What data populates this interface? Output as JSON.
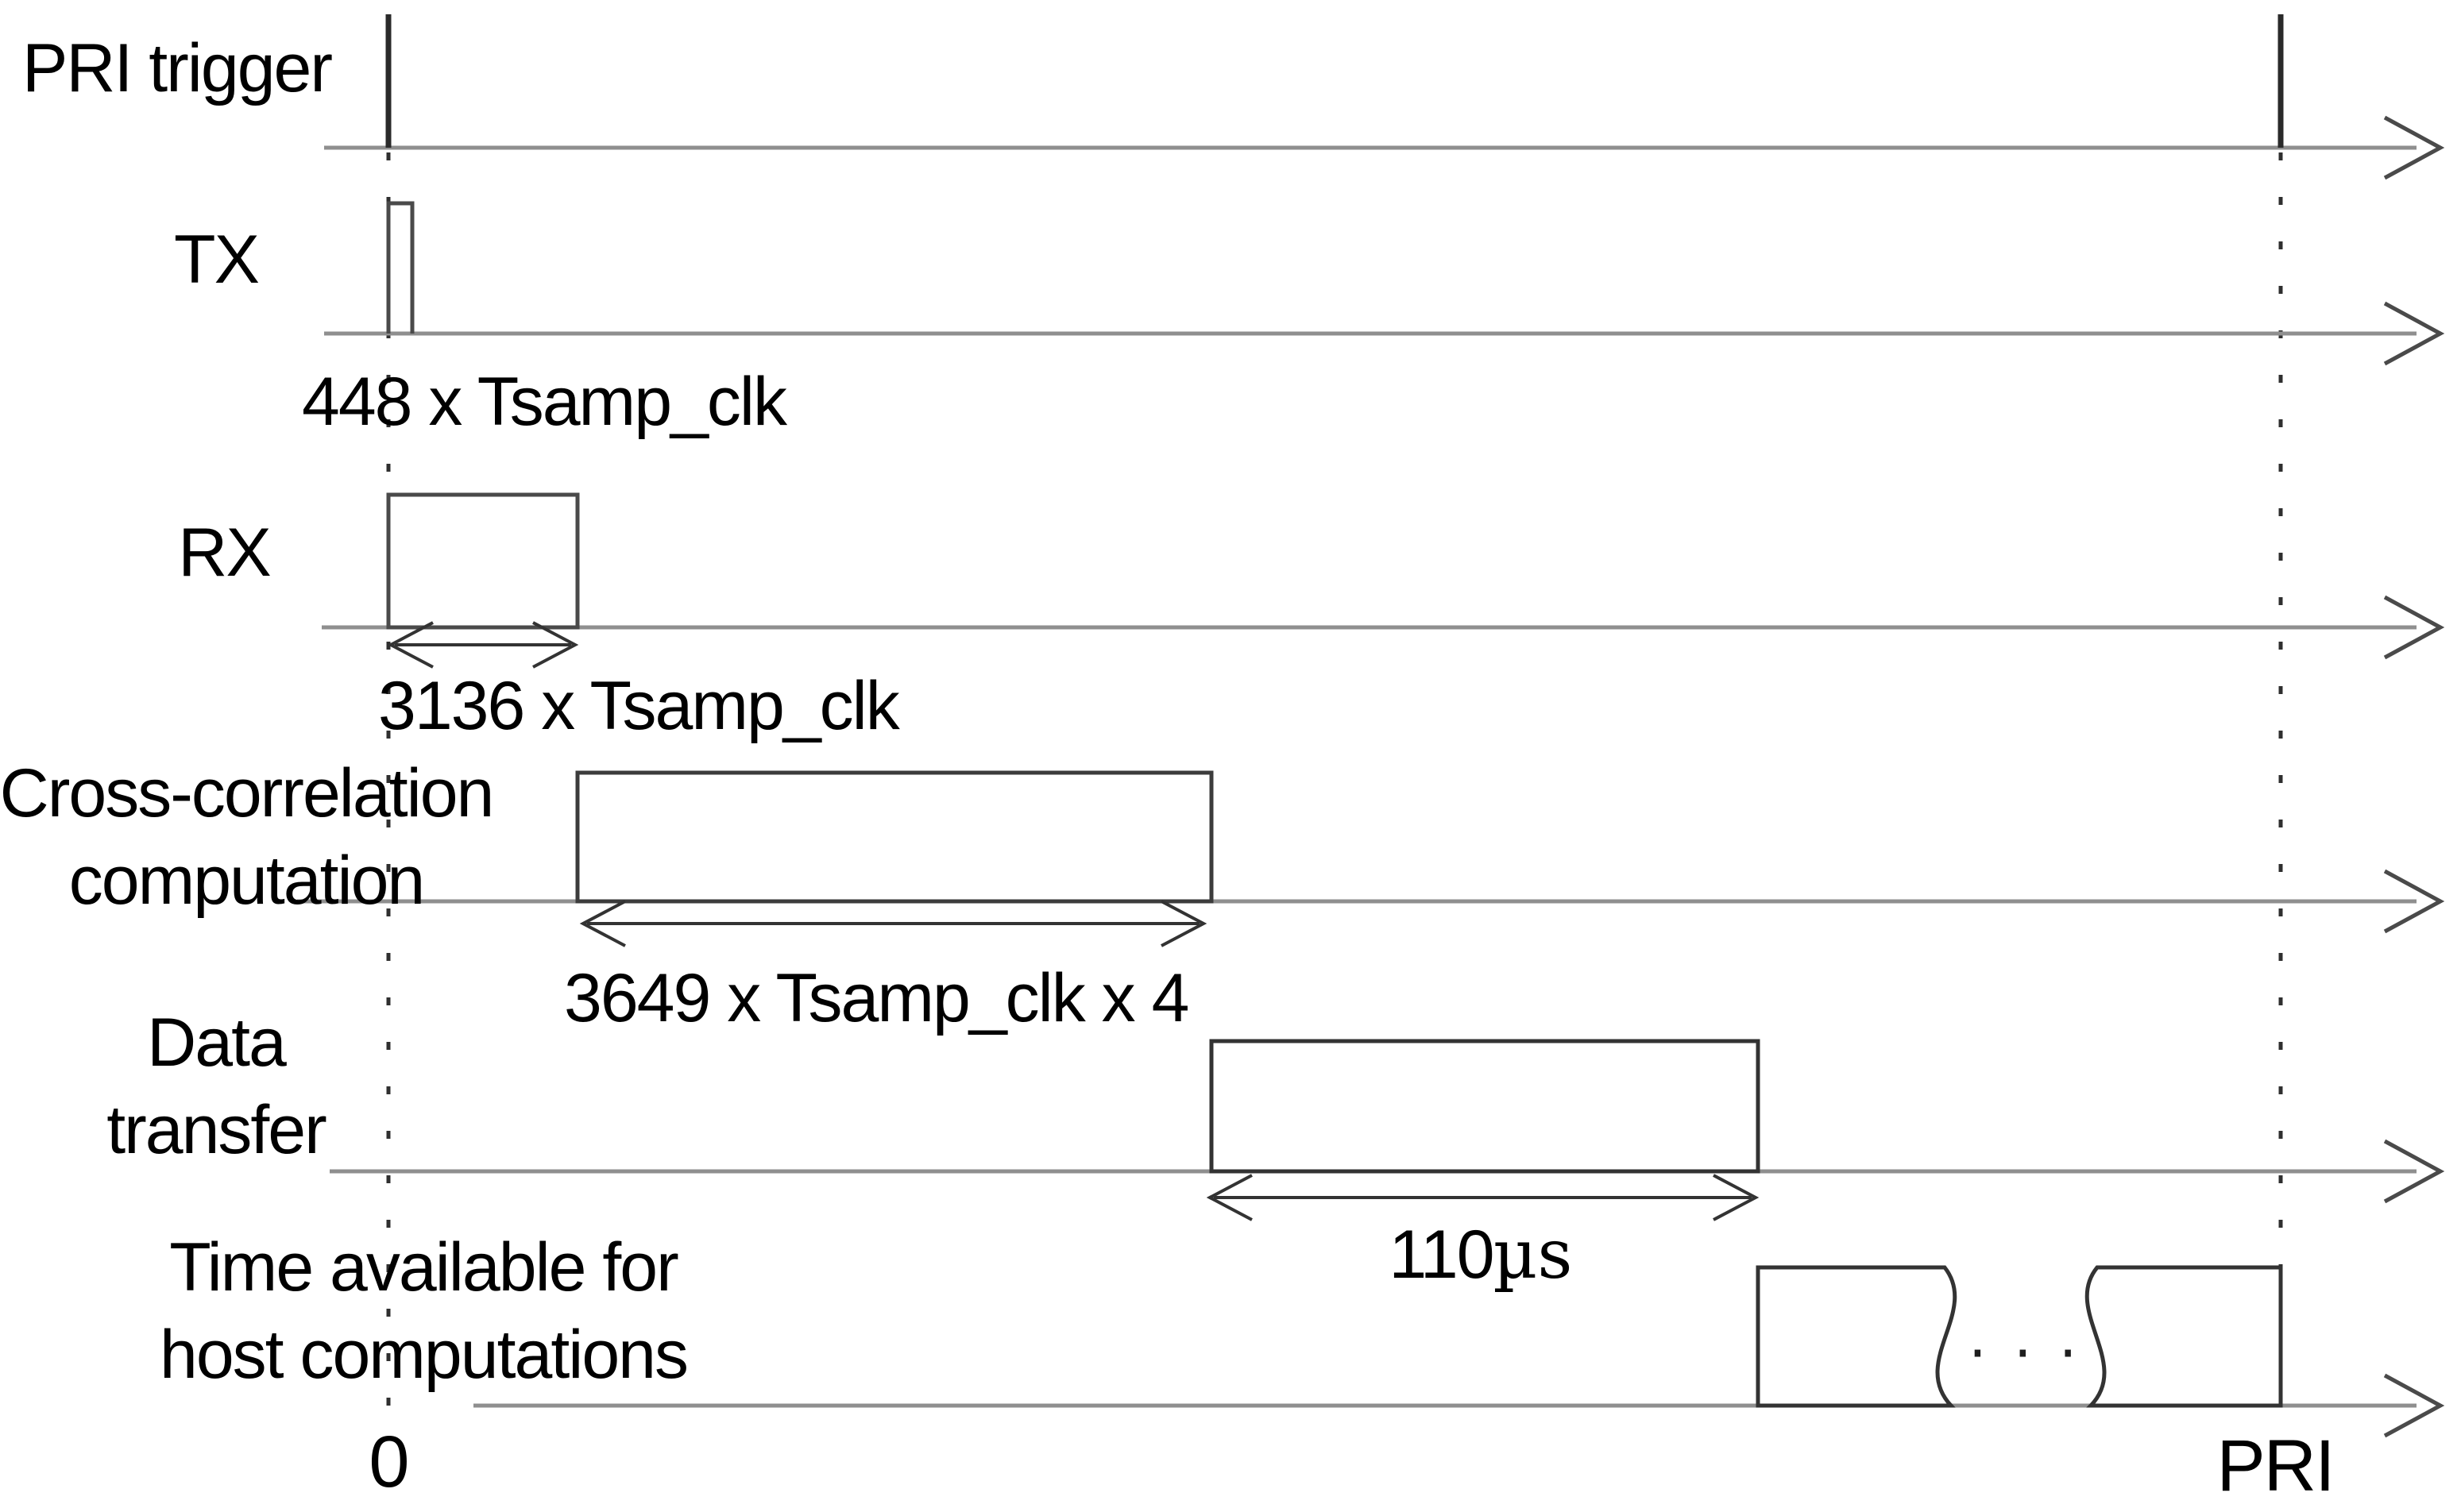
{
  "figure": {
    "type": "timing-diagram",
    "background": "#ffffff"
  },
  "colors": {
    "baseline": "#8f8f8f",
    "shape": "#4a4a4a",
    "ink": "#2a2a2a",
    "text": "#000000"
  },
  "axis": {
    "origin_label": "0",
    "period_label": "PRI"
  },
  "rows": [
    {
      "label": "PRI trigger"
    },
    {
      "label": "TX",
      "annotation": "448 x Tsamp_clk"
    },
    {
      "label": "RX",
      "annotation": "3136 x Tsamp_clk"
    },
    {
      "label_line1": "Cross-correlation",
      "label_line2": "computation",
      "annotation": "3649 x Tsamp_clk x 4"
    },
    {
      "label_line1": "Data",
      "label_line2": "transfer",
      "annotation_number": "110",
      "annotation_unit": "µs"
    },
    {
      "label_line1": "Time available for",
      "label_line2": "host computations"
    }
  ],
  "break_ellipsis": "···"
}
